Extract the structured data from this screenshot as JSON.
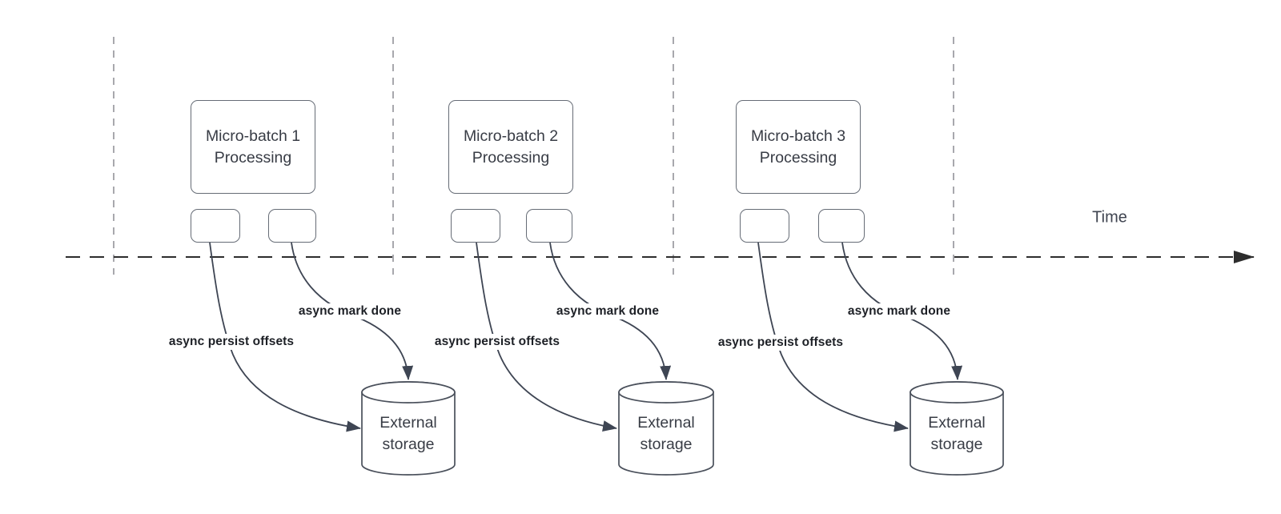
{
  "timeline": {
    "label": "Time"
  },
  "batches": [
    {
      "title": "Micro-batch 1\nProcessing",
      "persist_label": "async persist offsets",
      "done_label": "async mark done",
      "storage_label": "External\nstorage"
    },
    {
      "title": "Micro-batch 2\nProcessing",
      "persist_label": "async persist offsets",
      "done_label": "async mark done",
      "storage_label": "External\nstorage"
    },
    {
      "title": "Micro-batch 3\nProcessing",
      "persist_label": "async persist offsets",
      "done_label": "async mark done",
      "storage_label": "External\nstorage"
    }
  ],
  "colors": {
    "arrow_stroke": "#3e4553",
    "timeline_stroke": "#2d2d2d",
    "guide_stroke": "#a8a8ad",
    "box_border": "#666c76",
    "node_text": "#383c45",
    "edge_label_text": "#1d2026",
    "background": "#ffffff"
  }
}
